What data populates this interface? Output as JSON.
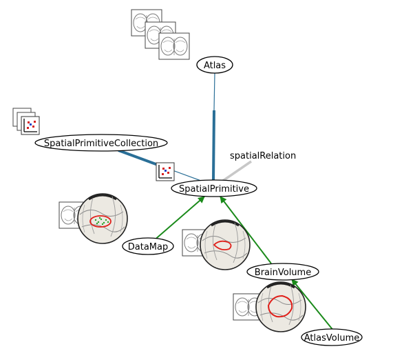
{
  "diagram": {
    "nodes": {
      "atlas": "Atlas",
      "spatial_primitive_collection": "SpatialPrimitiveCollection",
      "spatial_primitive": "SpatialPrimitive",
      "data_map": "DataMap",
      "brain_volume": "BrainVolume",
      "atlas_volume": "AtlasVolume"
    },
    "edge_labels": {
      "spatial_relation": "spatialRelation"
    },
    "colors": {
      "association_edge": "#2a6f97",
      "inheritance_edge": "#1a8a1a",
      "relation_edge": "#c8c8c8",
      "region_outline": "#e0201a",
      "data_points": "#27a327",
      "globe_fill": "#ece9e2"
    },
    "icons": [
      "atlas-slices-icon",
      "scatter-plot-icon",
      "brain-globe-icon"
    ]
  }
}
